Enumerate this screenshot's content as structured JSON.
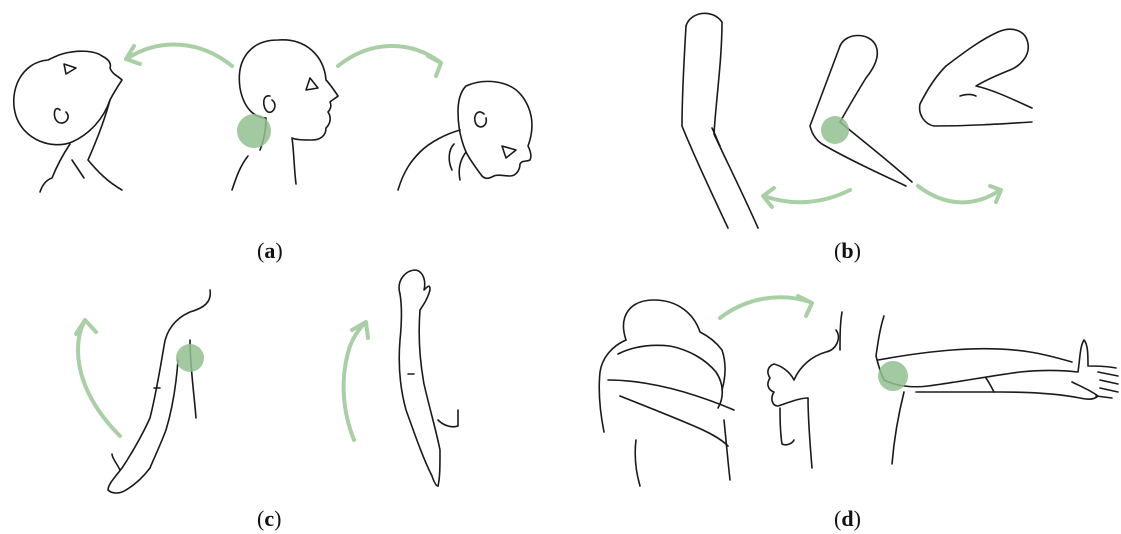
{
  "panels": [
    {
      "id": "a",
      "open": "(",
      "letter": "a",
      "close": ")"
    },
    {
      "id": "b",
      "open": "(",
      "letter": "b",
      "close": ")"
    },
    {
      "id": "c",
      "open": "(",
      "letter": "c",
      "close": ")"
    },
    {
      "id": "d",
      "open": "(",
      "letter": "d",
      "close": ")"
    }
  ],
  "colors": {
    "line": "#1a1a1a",
    "arrow": "#a9cfa5",
    "highlight": "#93c08f"
  },
  "icons": [
    "neck-rotation",
    "elbow-flexion",
    "arm-raise",
    "shoulder-stretch"
  ]
}
